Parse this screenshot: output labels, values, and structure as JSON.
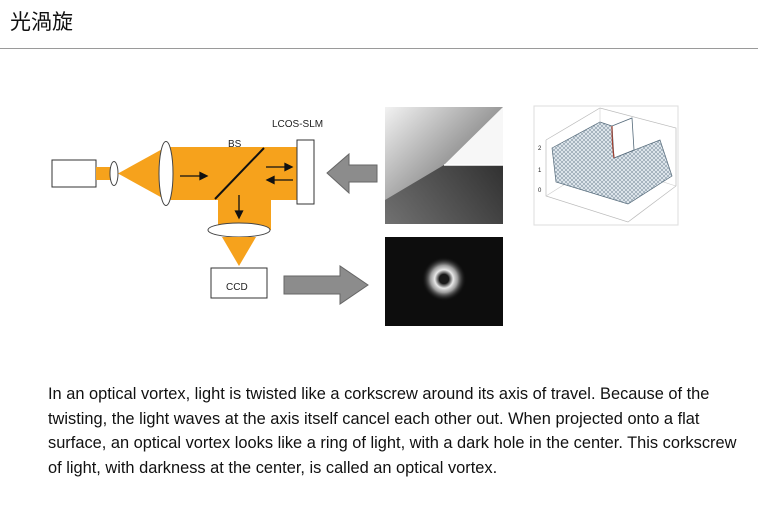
{
  "header": {
    "title": "光渦旋"
  },
  "diagram": {
    "labels": {
      "bs": "BS",
      "lcos": "LCOS-SLM",
      "ccd": "CCD"
    },
    "surface_plot": {
      "z_ticks": [
        "2",
        "1",
        "0"
      ]
    },
    "colors": {
      "beam": "#f6a21c",
      "arrow_gray": "#8c8c8c"
    }
  },
  "description": "In an optical vortex, light is twisted like a corkscrew around its axis of travel. Because of the twisting, the light waves at the axis itself cancel each other out. When projected onto a flat surface, an optical vortex looks like a ring of light, with a dark hole in the center. This corkscrew of light, with darkness at the center, is called an optical vortex."
}
